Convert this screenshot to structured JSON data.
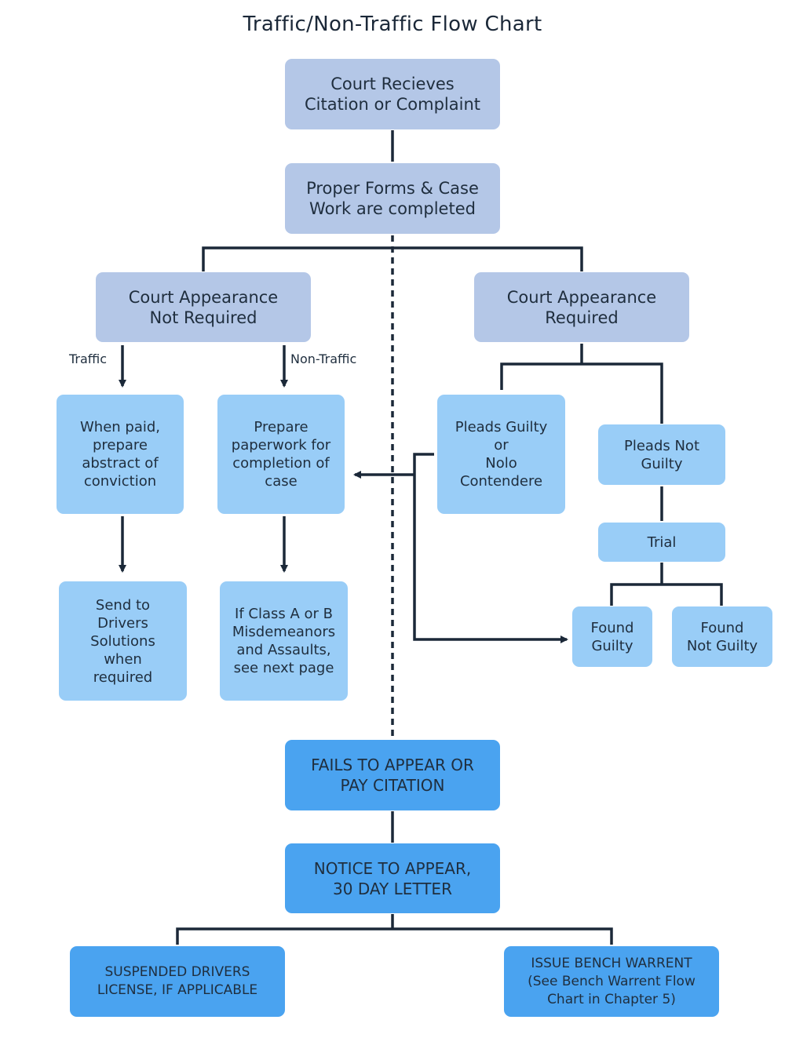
{
  "title": "Traffic/Non-Traffic Flow Chart",
  "colors": {
    "gray_box": "#b4c7e7",
    "light_box": "#99cdf7",
    "blue_box": "#4aa3f0",
    "line": "#1b2838"
  },
  "nodes": {
    "court_receives": "Court Recieves\nCitation or Complaint",
    "proper_forms": "Proper Forms & Case\nWork are completed",
    "not_required": "Court Appearance\nNot Required",
    "required": "Court Appearance\nRequired",
    "when_paid": "When paid,\nprepare\nabstract of\nconviction",
    "prepare_paperwork": "Prepare\npaperwork for\ncompletion of\ncase",
    "pleads_guilty": "Pleads Guilty\nor\nNolo\nContendere",
    "pleads_not_guilty": "Pleads Not\nGuilty",
    "trial": "Trial",
    "found_guilty": "Found\nGuilty",
    "found_not_guilty": "Found\nNot Guilty",
    "send_to_drivers": "Send to\nDrivers\nSolutions\nwhen\nrequired",
    "class_ab": "If Class A or B\nMisdemeanors\nand Assaults,\nsee next page",
    "fails_to_appear": "FAILS TO APPEAR OR\nPAY CITATION",
    "notice_to_appear": "NOTICE TO APPEAR,\n30 DAY LETTER",
    "suspended_license": "SUSPENDED DRIVERS\nLICENSE, IF APPLICABLE",
    "bench_warrant": "ISSUE BENCH WARRENT\n(See Bench Warrent Flow\nChart in Chapter 5)"
  },
  "labels": {
    "traffic": "Traffic",
    "non_traffic": "Non-Traffic"
  }
}
